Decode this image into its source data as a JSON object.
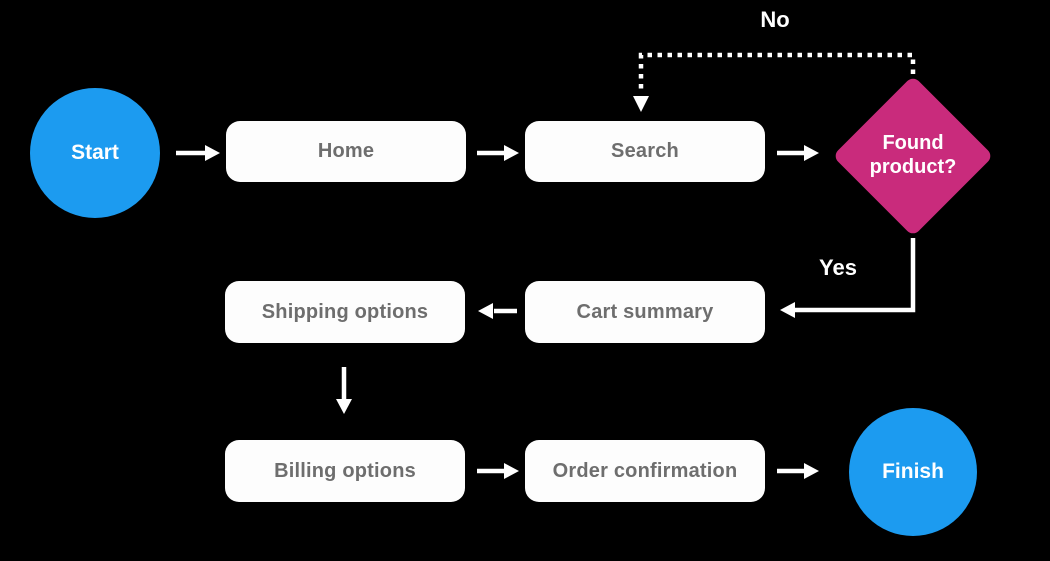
{
  "diagram": {
    "type": "flowchart",
    "background": "#000000",
    "colors": {
      "background": "#000000",
      "node_fill": "#fdfdfd",
      "node_text": "#6e6e6e",
      "terminal_fill": "#1c9bf0",
      "terminal_text": "#ffffff",
      "decision_fill": "#c92b7c",
      "decision_text": "#ffffff",
      "arrow": "#ffffff"
    },
    "nodes": {
      "start": {
        "label": "Start",
        "type": "terminal"
      },
      "home": {
        "label": "Home",
        "type": "process"
      },
      "search": {
        "label": "Search",
        "type": "process"
      },
      "found_product": {
        "label": "Found product?",
        "type": "decision"
      },
      "cart_summary": {
        "label": "Cart summary",
        "type": "process"
      },
      "shipping_options": {
        "label": "Shipping options",
        "type": "process"
      },
      "billing_options": {
        "label": "Billing options",
        "type": "process"
      },
      "order_confirmation": {
        "label": "Order confirmation",
        "type": "process"
      },
      "finish": {
        "label": "Finish",
        "type": "terminal"
      }
    },
    "edge_labels": {
      "no": "No",
      "yes": "Yes"
    },
    "edges": [
      {
        "from": "start",
        "to": "home",
        "style": "solid"
      },
      {
        "from": "home",
        "to": "search",
        "style": "solid"
      },
      {
        "from": "search",
        "to": "found_product",
        "style": "solid"
      },
      {
        "from": "found_product",
        "to": "search",
        "label": "No",
        "style": "dotted"
      },
      {
        "from": "found_product",
        "to": "cart_summary",
        "label": "Yes",
        "style": "solid"
      },
      {
        "from": "cart_summary",
        "to": "shipping_options",
        "style": "solid"
      },
      {
        "from": "shipping_options",
        "to": "billing_options",
        "style": "solid"
      },
      {
        "from": "billing_options",
        "to": "order_confirmation",
        "style": "solid"
      },
      {
        "from": "order_confirmation",
        "to": "finish",
        "style": "solid"
      }
    ]
  }
}
